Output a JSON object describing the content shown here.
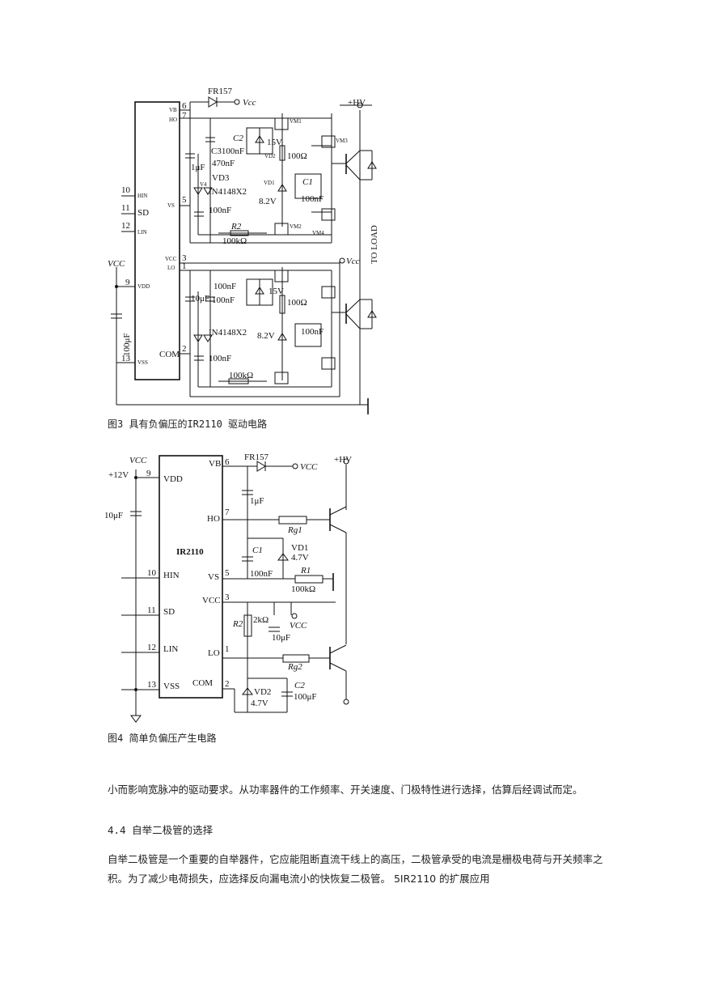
{
  "figure3": {
    "caption": "图3 具有负偏压的IR2110 驱动电路",
    "labels": {
      "fr157": "FR157",
      "vcc_top": "Vcc",
      "hv": "+HV",
      "vb": "VB",
      "ho": "HO",
      "pin6": "6",
      "pin7": "7",
      "pin5": "5",
      "pin3": "3",
      "pin1": "1",
      "pin2": "2",
      "pin9": "9",
      "pin10": "10",
      "pin11": "11",
      "pin12": "12",
      "pin13": "13",
      "hin": "HIN",
      "sd": "SD",
      "lin": "LIN",
      "vdd": "VDD",
      "vss": "VSS",
      "vs": "VS",
      "vcc_pin": "VCC",
      "lo": "LO",
      "com": "COM",
      "vcc_left": "VCC",
      "c2": "C2",
      "c3_100nf": "C3100nF",
      "c_470nf": "470nF",
      "c_1uf": "1μF",
      "v15": "15V",
      "vd2": "VD2",
      "r100": "100Ω",
      "vd3": "VD3",
      "vd4": "V4",
      "in4148_top": "IN4148X2",
      "vd1": "VD1",
      "c1": "C1",
      "v82_top": "8.2V",
      "c1_100nf": "100nF",
      "c_vs_100nf": "100nF",
      "r2": "R2",
      "r100k_top": "100kΩ",
      "vm1": "VM1",
      "vm2": "VM2",
      "vm3": "VM3",
      "vm4": "VM4",
      "to_load": "TO LOAD",
      "vcc_right": "Vcc",
      "b_100nf_a": "100nF",
      "b_10uf": "10μF",
      "b_100nf_b": "100nF",
      "b_15v": "15V",
      "b_100ohm": "100Ω",
      "b_in4148": "IN4148X2",
      "b_82v": "8.2V",
      "b_100nf_c": "100nF",
      "b_100nf_d": "100nF",
      "b_100k": "100kΩ",
      "c_100uf": "100μF"
    }
  },
  "figure4": {
    "caption": "图4 简单负偏压产生电路",
    "labels": {
      "vcc_tl": "VCC",
      "plus12": "+12V",
      "c10uf": "10μF",
      "pin9": "9",
      "vdd": "VDD",
      "vb": "VB",
      "pin6": "6",
      "fr157": "FR157",
      "vcc_d": "VCC",
      "hv": "+HV",
      "c1uf": "1μF",
      "ho": "HO",
      "pin7": "7",
      "rg1": "Rg1",
      "ir2110": "IR2110",
      "c1": "C1",
      "vd1": "VD1",
      "v47a": "4.7V",
      "c_100nf": "100nF",
      "r1": "R1",
      "pin10": "10",
      "hin": "HIN",
      "vs": "VS",
      "pin5": "5",
      "r100k": "100kΩ",
      "vcc_pin": "VCC",
      "pin3": "3",
      "pin11": "11",
      "sd": "SD",
      "r2": "R2",
      "r2k": "2kΩ",
      "vcc_r": "VCC",
      "c10uf_b": "10μF",
      "pin12": "12",
      "lin": "LIN",
      "lo": "LO",
      "pin1": "1",
      "rg2": "Rg2",
      "pin13": "13",
      "vss": "VSS",
      "com": "COM",
      "pin2": "2",
      "vd2": "VD2",
      "v47b": "4.7V",
      "c2": "C2",
      "c100uf": "100μF"
    }
  },
  "text": {
    "para1": "小而影响宽脉冲的驱动要求。从功率器件的工作频率、开关速度、门极特性进行选择，估算后经调试而定。",
    "heading": "4.4 自举二极管的选择",
    "para2": "自举二极管是一个重要的自举器件，它应能阻断直流干线上的高压，二极管承受的电流是栅极电荷与开关频率之积。为了减少电荷损失，应选择反向漏电流小的快恢复二极管。 5IR2110 的扩展应用"
  }
}
